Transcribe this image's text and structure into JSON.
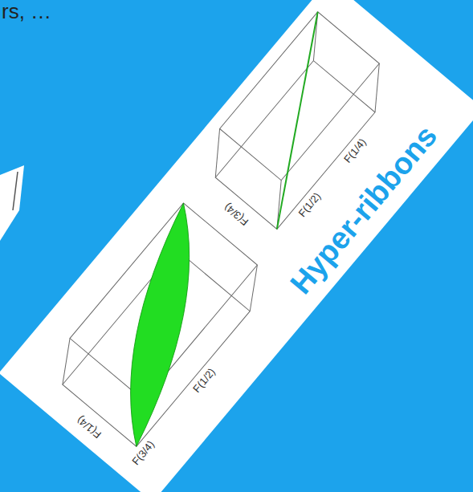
{
  "diagram": {
    "labels": [
      "rs, …",
      "F(3/4)",
      "F(1/2)",
      "F(1/4)",
      "F(1/4)",
      "F(1/2)",
      "F(3/4)",
      "Hyper-ribbons"
    ]
  }
}
